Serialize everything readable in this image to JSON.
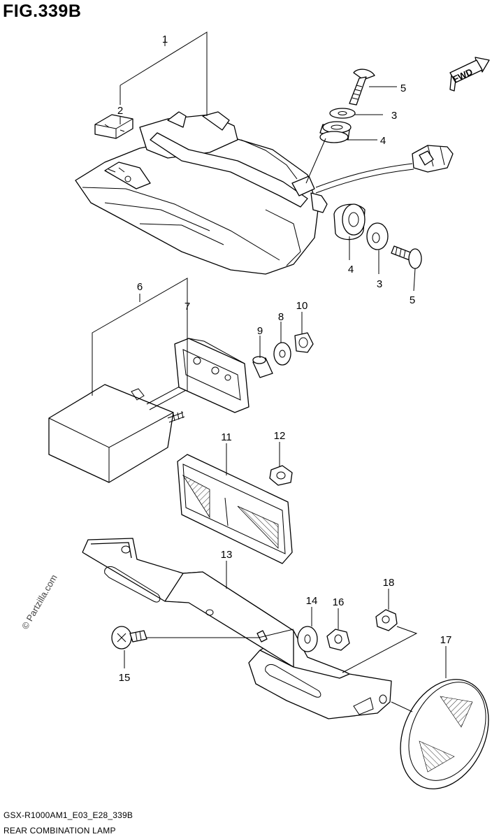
{
  "figure_title": "FIG.339B",
  "direction_label": "FWD",
  "watermark": "© Partzilla.com",
  "model_code": "GSX-R1000AM1_E03_E28_339B",
  "assembly_name": "REAR COMBINATION LAMP",
  "callouts": [
    {
      "id": "c1",
      "text": "1"
    },
    {
      "id": "c2",
      "text": "2"
    },
    {
      "id": "c3a",
      "text": "3"
    },
    {
      "id": "c3b",
      "text": "3"
    },
    {
      "id": "c4a",
      "text": "4"
    },
    {
      "id": "c4b",
      "text": "4"
    },
    {
      "id": "c5a",
      "text": "5"
    },
    {
      "id": "c5b",
      "text": "5"
    },
    {
      "id": "c6",
      "text": "6"
    },
    {
      "id": "c7",
      "text": "7"
    },
    {
      "id": "c8",
      "text": "8"
    },
    {
      "id": "c9",
      "text": "9"
    },
    {
      "id": "c10",
      "text": "10"
    },
    {
      "id": "c11",
      "text": "11"
    },
    {
      "id": "c12",
      "text": "12"
    },
    {
      "id": "c13",
      "text": "13"
    },
    {
      "id": "c14",
      "text": "14"
    },
    {
      "id": "c15",
      "text": "15"
    },
    {
      "id": "c16",
      "text": "16"
    },
    {
      "id": "c17",
      "text": "17"
    },
    {
      "id": "c18",
      "text": "18"
    }
  ]
}
